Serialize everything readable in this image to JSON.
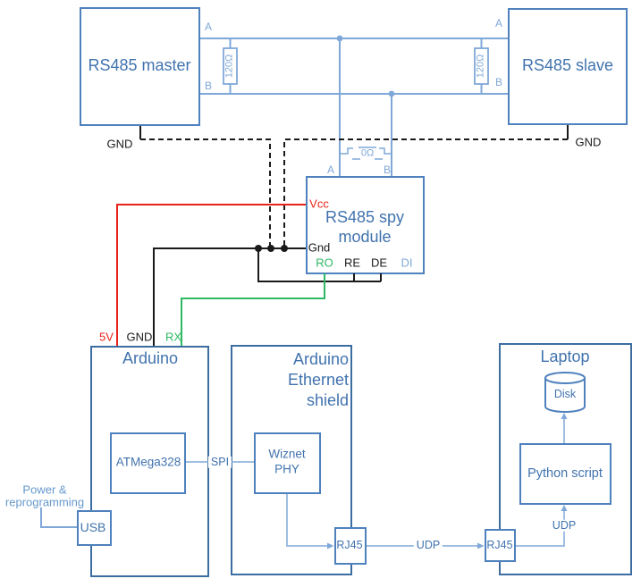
{
  "colors": {
    "box_border": "#4f81bd",
    "box_border_dark": "#3c6da0",
    "text_blue": "#4173ae",
    "wire_light_blue": "#7fa8d8",
    "wire_black": "#1a1a1a",
    "wire_red": "#e8231a",
    "wire_green": "#2eb863",
    "power_text": "#6699cc"
  },
  "master": {
    "title": "RS485 master",
    "pin_a": "A",
    "pin_b": "B",
    "gnd": "GND",
    "termination": "120Ω"
  },
  "slave": {
    "title": "RS485 slave",
    "pin_a": "A",
    "pin_b": "B",
    "gnd": "GND",
    "termination": "120Ω"
  },
  "tap": {
    "label_a": "A",
    "label_b": "B",
    "jumper": "0Ω"
  },
  "spy": {
    "title_line1": "RS485 spy",
    "title_line2": "module",
    "pin_vcc": "Vcc",
    "pin_gnd": "Gnd",
    "pin_ro": "RO",
    "pin_re": "RE",
    "pin_de": "DE",
    "pin_di": "DI"
  },
  "arduino": {
    "title": "Arduino",
    "mcu": "ATMega328",
    "usb": "USB",
    "pin_5v": "5V",
    "pin_gnd": "GND",
    "pin_rx": "RX",
    "power_note_line1": "Power &",
    "power_note_line2": "reprogramming"
  },
  "shield": {
    "title_line1": "Arduino",
    "title_line2": "Ethernet",
    "title_line3": "shield",
    "phy_line1": "Wiznet",
    "phy_line2": "PHY",
    "rj45": "RJ45"
  },
  "laptop": {
    "title": "Laptop",
    "disk": "Disk",
    "script": "Python script",
    "rj45": "RJ45",
    "udp": "UDP"
  },
  "links": {
    "spi": "SPI",
    "udp": "UDP"
  }
}
